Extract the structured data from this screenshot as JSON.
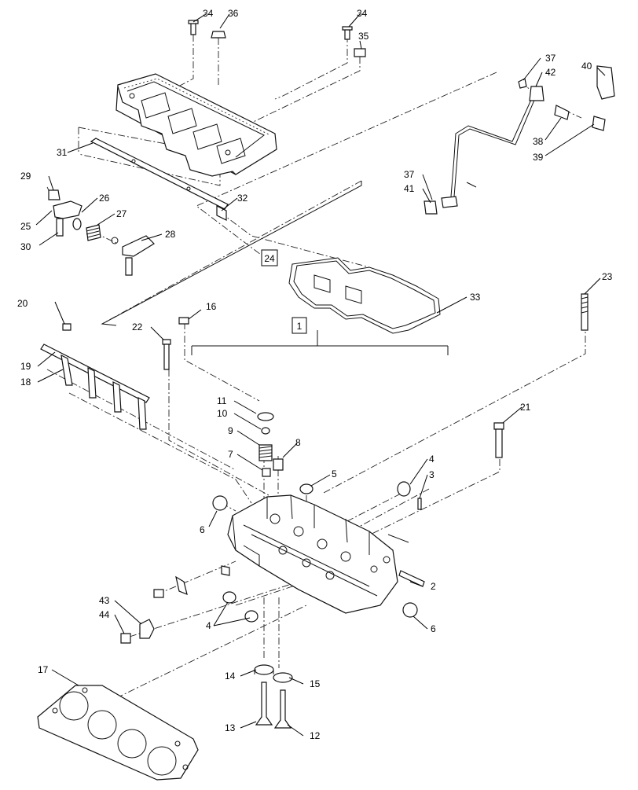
{
  "callouts": [
    {
      "id": "c34a",
      "text": "34"
    },
    {
      "id": "c36",
      "text": "36"
    },
    {
      "id": "c34b",
      "text": "34"
    },
    {
      "id": "c35",
      "text": "35"
    },
    {
      "id": "c37a",
      "text": "37"
    },
    {
      "id": "c42",
      "text": "42"
    },
    {
      "id": "c40",
      "text": "40"
    },
    {
      "id": "c38",
      "text": "38"
    },
    {
      "id": "c39",
      "text": "39"
    },
    {
      "id": "c31",
      "text": "31"
    },
    {
      "id": "c37b",
      "text": "37"
    },
    {
      "id": "c41",
      "text": "41"
    },
    {
      "id": "c29",
      "text": "29"
    },
    {
      "id": "c26",
      "text": "26"
    },
    {
      "id": "c27",
      "text": "27"
    },
    {
      "id": "c32",
      "text": "32"
    },
    {
      "id": "c25",
      "text": "25"
    },
    {
      "id": "c28",
      "text": "28"
    },
    {
      "id": "c30",
      "text": "30"
    },
    {
      "id": "c33",
      "text": "33"
    },
    {
      "id": "c23",
      "text": "23"
    },
    {
      "id": "c20",
      "text": "20"
    },
    {
      "id": "c16",
      "text": "16"
    },
    {
      "id": "c22",
      "text": "22"
    },
    {
      "id": "c19",
      "text": "19"
    },
    {
      "id": "c18",
      "text": "18"
    },
    {
      "id": "c11",
      "text": "11"
    },
    {
      "id": "c10",
      "text": "10"
    },
    {
      "id": "c21",
      "text": "21"
    },
    {
      "id": "c9",
      "text": "9"
    },
    {
      "id": "c8",
      "text": "8"
    },
    {
      "id": "c7",
      "text": "7"
    },
    {
      "id": "c4a",
      "text": "4"
    },
    {
      "id": "c3",
      "text": "3"
    },
    {
      "id": "c5",
      "text": "5"
    },
    {
      "id": "c6a",
      "text": "6"
    },
    {
      "id": "c2",
      "text": "2"
    },
    {
      "id": "c43",
      "text": "43"
    },
    {
      "id": "c44",
      "text": "44"
    },
    {
      "id": "c4b",
      "text": "4"
    },
    {
      "id": "c6b",
      "text": "6"
    },
    {
      "id": "c17",
      "text": "17"
    },
    {
      "id": "c14",
      "text": "14"
    },
    {
      "id": "c15",
      "text": "15"
    },
    {
      "id": "c13",
      "text": "13"
    },
    {
      "id": "c12",
      "text": "12"
    }
  ],
  "boxed_labels": [
    {
      "id": "b24",
      "text": "24"
    },
    {
      "id": "b1",
      "text": "1"
    }
  ]
}
